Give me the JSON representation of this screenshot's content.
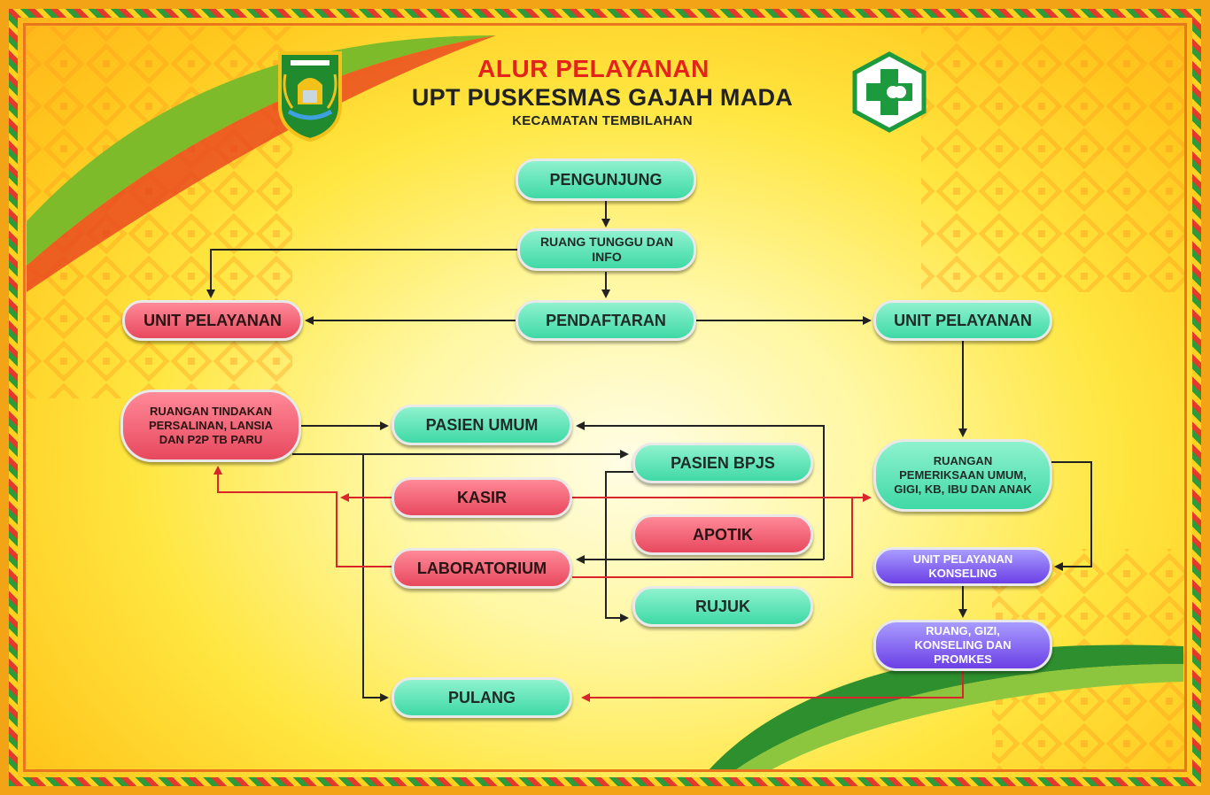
{
  "header": {
    "title": "ALUR PELAYANAN",
    "subtitle": "UPT PUSKESMAS GAJAH MADA",
    "district": "KECAMATAN TEMBILAHAN"
  },
  "icons": {
    "left_logo": "regency-shield-emblem",
    "right_logo": "puskesmas-cross-logo"
  },
  "colors": {
    "start_node": "#3fd9a6",
    "alert_node": "#e8485e",
    "counseling_node": "#6b3fe6",
    "black_arrow": "#222222",
    "red_arrow": "#d8262b"
  },
  "nodes": {
    "pengunjung": "PENGUNJUNG",
    "ruang_tunggu": "RUANG TUNGGU DAN INFO",
    "pendaftaran": "PENDAFTARAN",
    "unit_left": "UNIT PELAYANAN",
    "unit_right": "UNIT PELAYANAN",
    "ruangan_tindakan": "RUANGAN TINDAKAN PERSALINAN, LANSIA DAN P2P TB PARU",
    "pasien_umum": "PASIEN UMUM",
    "pasien_bpjs": "PASIEN BPJS",
    "kasir": "KASIR",
    "apotik": "APOTIK",
    "laboratorium": "LABORATORIUM",
    "rujuk": "RUJUK",
    "pulang": "PULANG",
    "ruangan_pemeriksaan": "RUANGAN PEMERIKSAAN UMUM, GIGI, KB, IBU DAN ANAK",
    "unit_konseling": "UNIT PELAYANAN KONSELING",
    "ruang_gizi": "RUANG, GIZI, KONSELING DAN PROMKES"
  }
}
